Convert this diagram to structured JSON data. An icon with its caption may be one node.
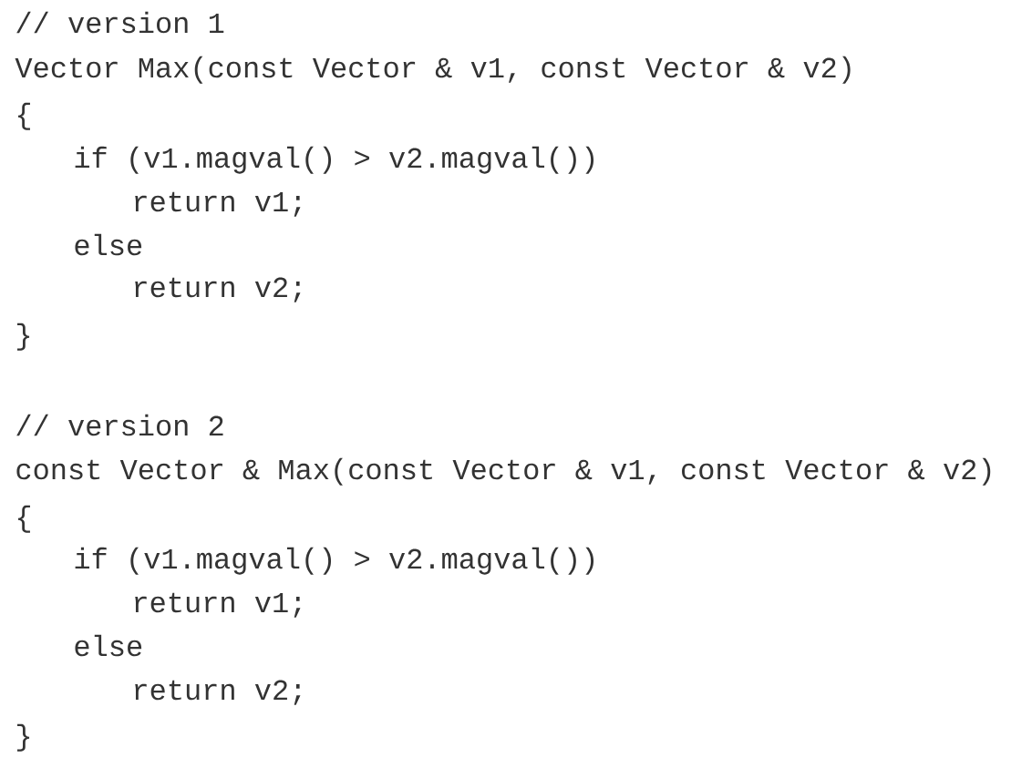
{
  "diagram": {
    "labels": [
      "// version 1",
      "Vector Max(const Vector & v1, const Vector & v2)",
      "{",
      "if (v1.magval() > v2.magval())",
      "return v1;",
      "else",
      "return v2;",
      "}",
      "// version 2",
      "const Vector & Max(const Vector & v1, const Vector & v2)",
      "{",
      "if (v1.magval() > v2.magval())",
      "return v1;",
      "else",
      "return v2;",
      "}"
    ]
  }
}
